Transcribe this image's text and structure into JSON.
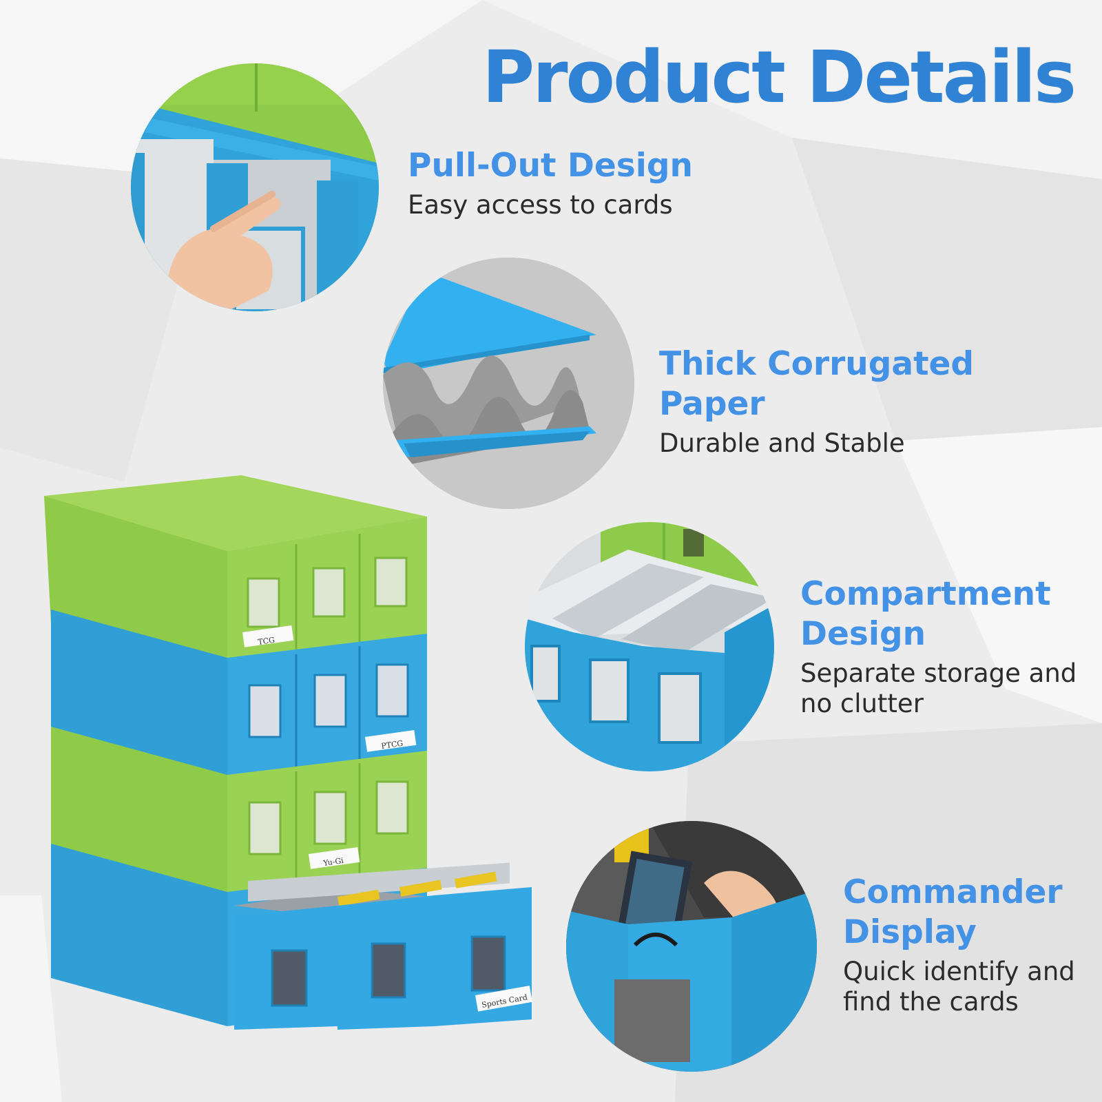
{
  "title": "Product Details",
  "features": [
    {
      "heading": "Pull-Out Design",
      "body": "Easy access to cards"
    },
    {
      "heading": "Thick Corrugated Paper",
      "body": "Durable and Stable"
    },
    {
      "heading": "Compartment Design",
      "body": "Separate storage and no clutter"
    },
    {
      "heading": "Commander Display",
      "body": "Quick identify and find the cards"
    }
  ],
  "labels": {
    "tcg": "TCG",
    "ptcg": "PTCG",
    "yugi": "Yu-Gi",
    "sports": "Sports Card"
  },
  "colors": {
    "title": "#2f82d4",
    "heading": "#4392e6",
    "green": "#8fcb4a",
    "blue": "#35a6dc"
  }
}
